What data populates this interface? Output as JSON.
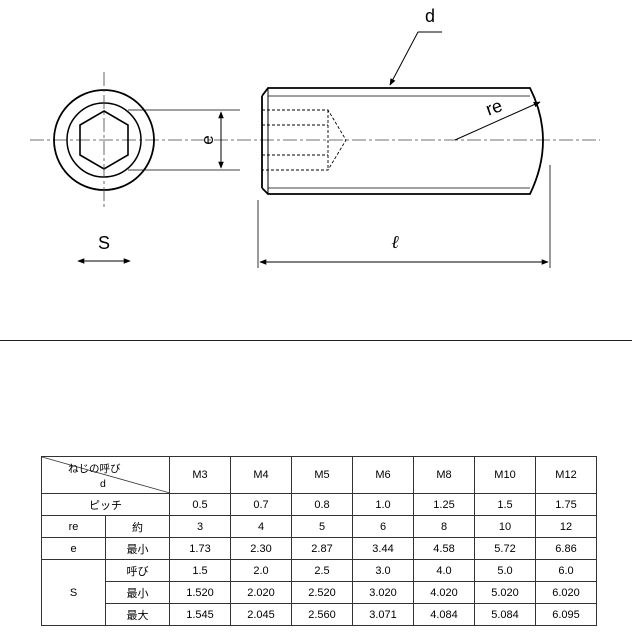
{
  "drawing": {
    "labels": {
      "diameter": "d",
      "radius": "re",
      "hex_width": "e",
      "across_flats": "S",
      "length": "ℓ"
    }
  },
  "table": {
    "header_param_top": "ねじの呼び",
    "header_param_bottom": "d",
    "sizes": [
      "M3",
      "M4",
      "M5",
      "M6",
      "M8",
      "M10",
      "M12"
    ],
    "rows": [
      {
        "group": "ピッチ",
        "sub": "",
        "values": [
          "0.5",
          "0.7",
          "0.8",
          "1.0",
          "1.25",
          "1.5",
          "1.75"
        ]
      },
      {
        "group": "re",
        "sub": "約",
        "values": [
          "3",
          "4",
          "5",
          "6",
          "8",
          "10",
          "12"
        ]
      },
      {
        "group": "e",
        "sub": "最小",
        "values": [
          "1.73",
          "2.30",
          "2.87",
          "3.44",
          "4.58",
          "5.72",
          "6.86"
        ]
      },
      {
        "group": "S",
        "sub": "呼び",
        "values": [
          "1.5",
          "2.0",
          "2.5",
          "3.0",
          "4.0",
          "5.0",
          "6.0"
        ]
      },
      {
        "group": "",
        "sub": "最小",
        "values": [
          "1.520",
          "2.020",
          "2.520",
          "3.020",
          "4.020",
          "5.020",
          "6.020"
        ]
      },
      {
        "group": "",
        "sub": "最大",
        "values": [
          "1.545",
          "2.045",
          "2.560",
          "3.071",
          "4.084",
          "5.084",
          "6.095"
        ]
      }
    ]
  }
}
